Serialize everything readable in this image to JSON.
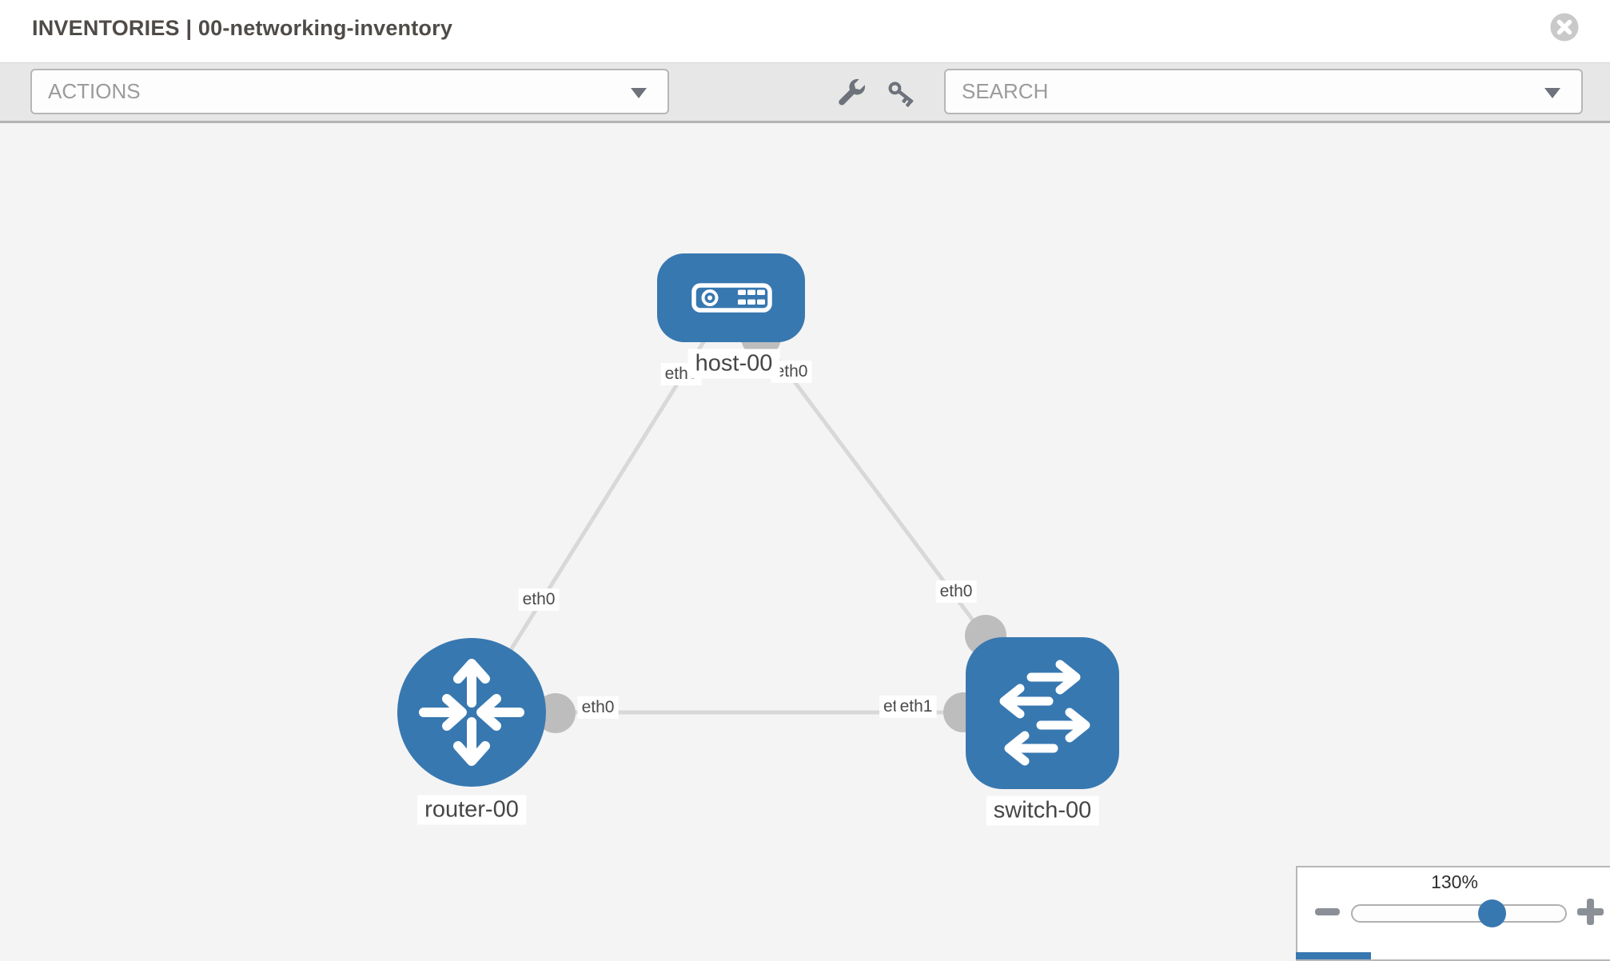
{
  "header": {
    "title": "INVENTORIES | 00-networking-inventory"
  },
  "toolbar": {
    "actions_label": "ACTIONS",
    "search_label": "SEARCH",
    "icons": [
      "wrench-icon",
      "key-icon"
    ]
  },
  "topology": {
    "nodes": [
      {
        "id": "host-00",
        "type": "host",
        "label": "host-00"
      },
      {
        "id": "router-00",
        "type": "router",
        "label": "router-00"
      },
      {
        "id": "switch-00",
        "type": "switch",
        "label": "switch-00"
      }
    ],
    "links": [
      {
        "from": "host-00",
        "to": "router-00",
        "from_label": "eth0",
        "to_label": "eth0"
      },
      {
        "from": "host-00",
        "to": "switch-00",
        "from_label": "eth0",
        "to_label": "eth0"
      },
      {
        "from": "router-00",
        "to": "switch-00",
        "from_label": "eth0",
        "to_label": "eth1",
        "to_label_hidden": "eth0"
      }
    ]
  },
  "zoom_control": {
    "level": "130%",
    "zoom_out_icon": "minus-icon",
    "zoom_in_icon": "plus-icon"
  },
  "window": {
    "close_icon": "circle-x-icon"
  },
  "colors": {
    "node_blue": "#3878b0",
    "link_gray": "#d8d8d8",
    "endpoint_gray": "#bdbdbd",
    "canvas_bg": "#f4f4f4",
    "toolbar_bg": "#e7e7e7"
  }
}
